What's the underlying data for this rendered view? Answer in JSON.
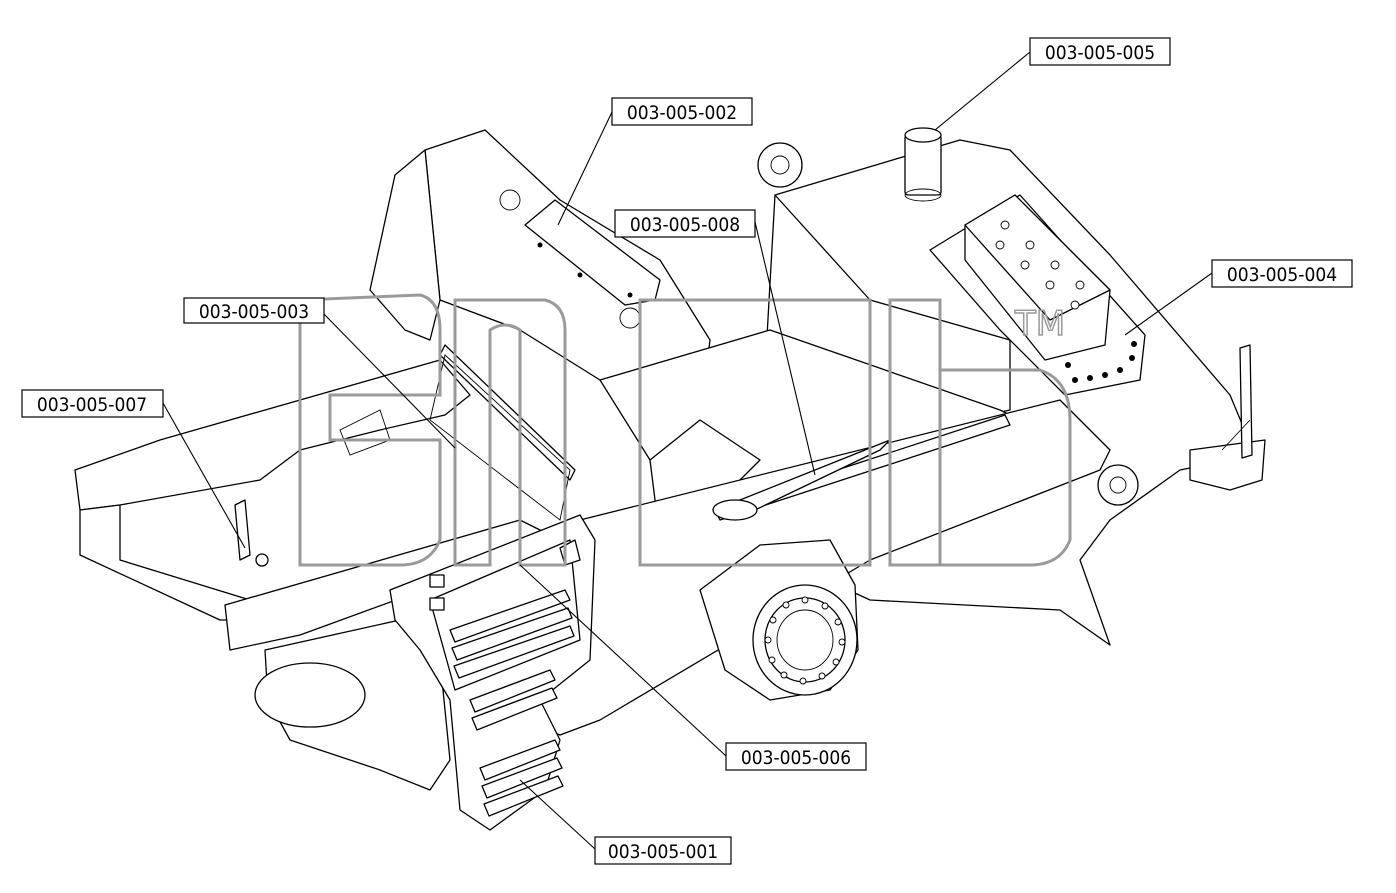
{
  "diagram": {
    "callouts": [
      {
        "id": "c1",
        "label": "003-005-001"
      },
      {
        "id": "c2",
        "label": "003-005-002"
      },
      {
        "id": "c3",
        "label": "003-005-003"
      },
      {
        "id": "c4",
        "label": "003-005-004"
      },
      {
        "id": "c5",
        "label": "003-005-005"
      },
      {
        "id": "c6",
        "label": "003-005-006"
      },
      {
        "id": "c7",
        "label": "003-005-007"
      },
      {
        "id": "c8",
        "label": "003-005-008"
      }
    ],
    "watermark": {
      "text": "эпод",
      "trademark": "TM"
    }
  }
}
